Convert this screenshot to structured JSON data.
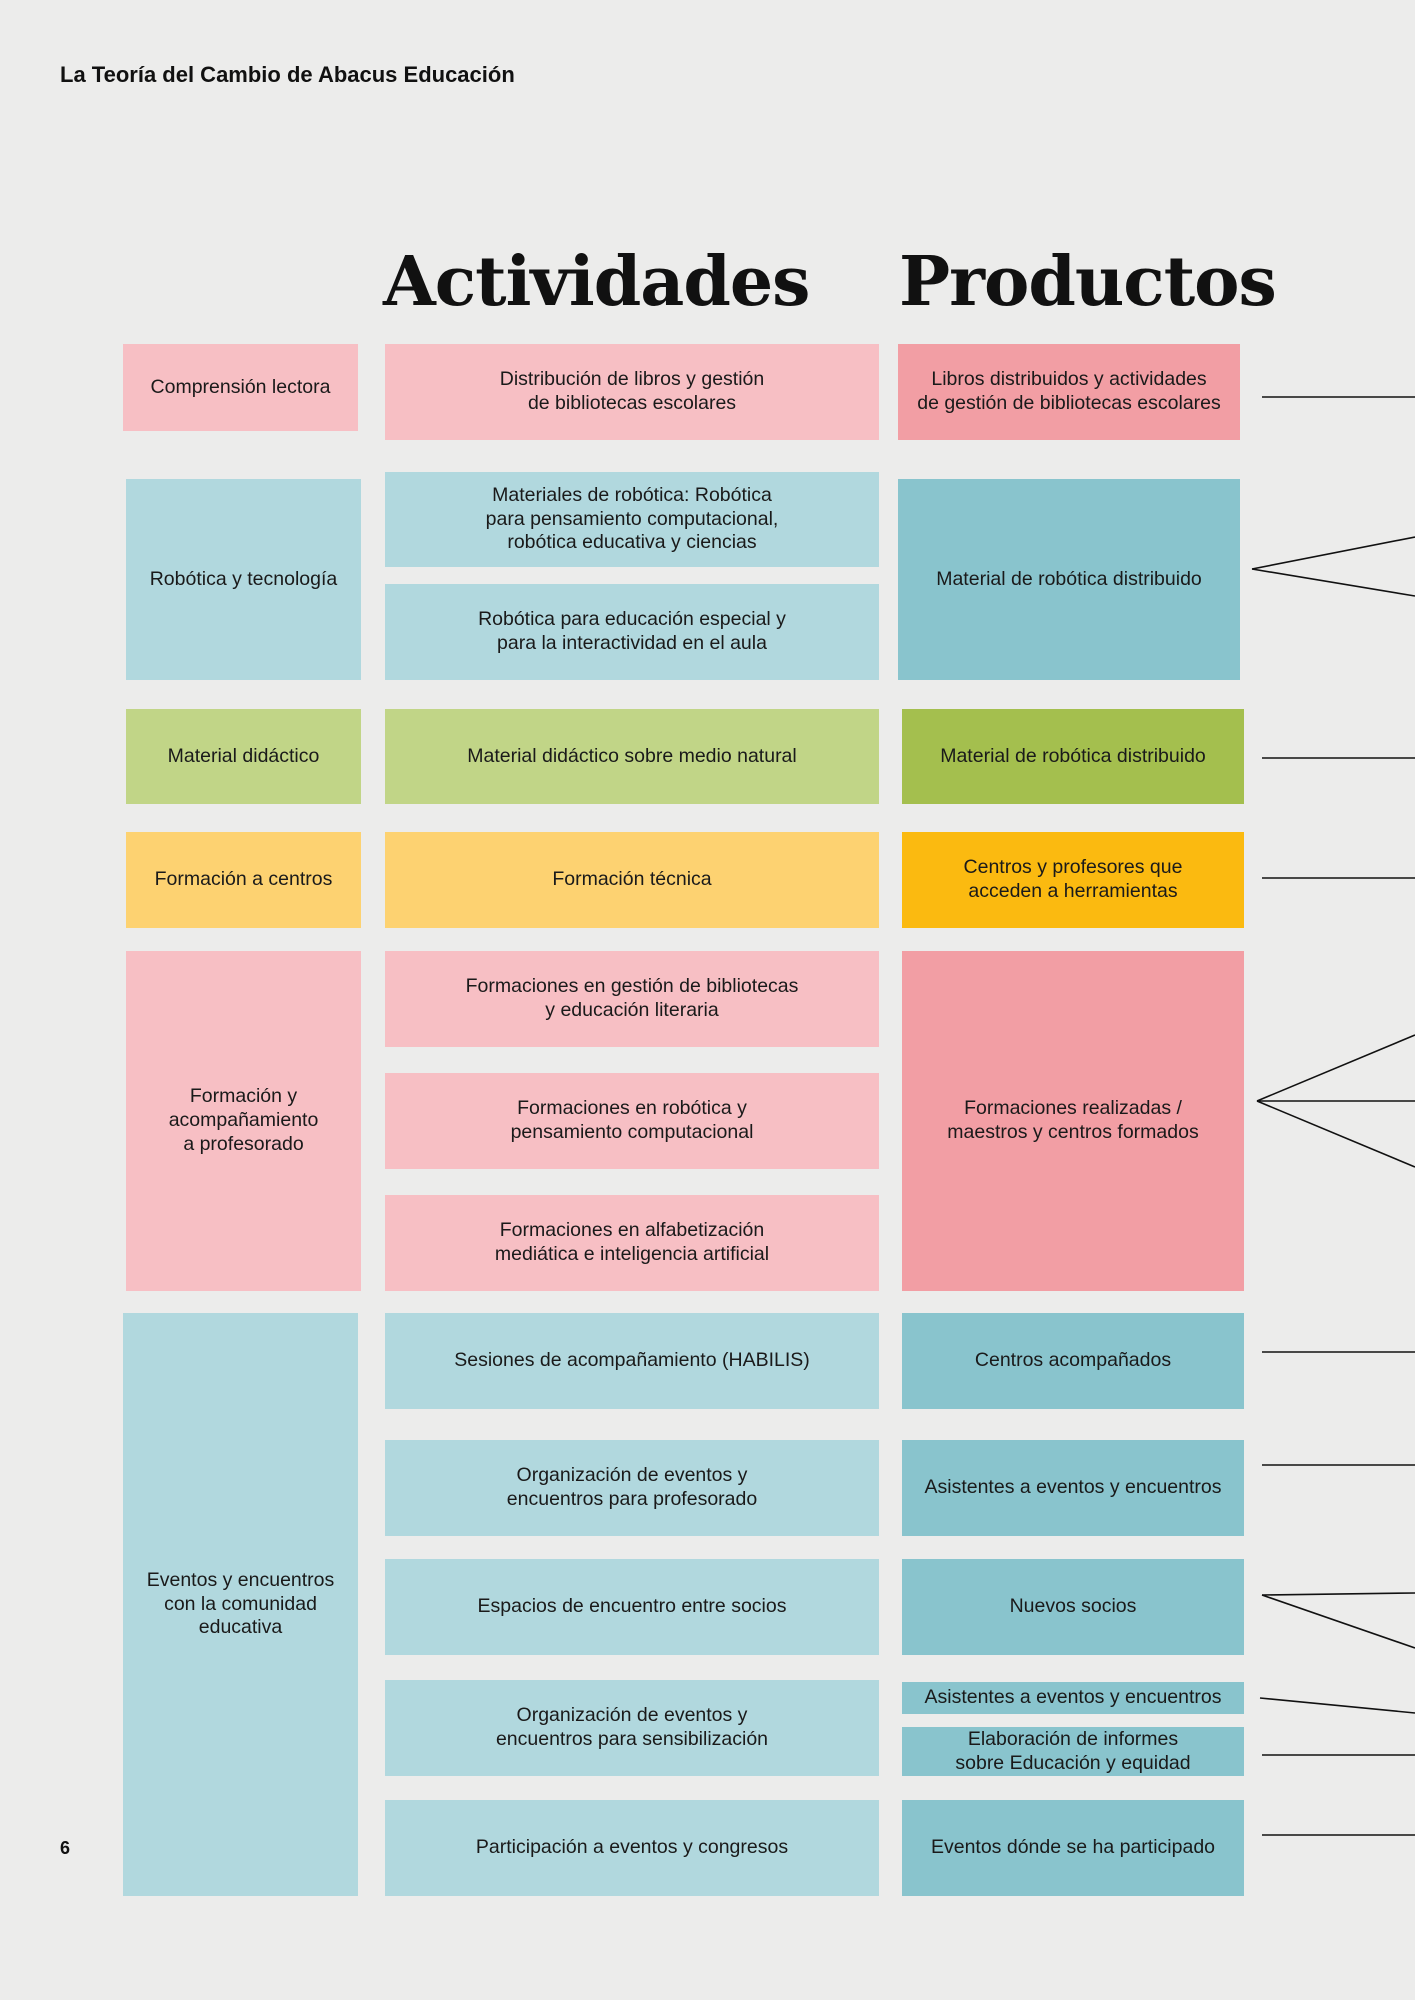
{
  "header": {
    "title": "La Teoría del Cambio de Abacus Educación"
  },
  "columns": {
    "activities": "Actividades",
    "products": "Productos"
  },
  "areas": [
    "Comprensión lectora",
    "Robótica y tecnología",
    "Material didáctico",
    "Formación a centros",
    "Formación y\nacompañamiento\na profesorado",
    "Eventos y encuentros\ncon la comunidad\neducativa"
  ],
  "activities": [
    "Distribución de libros y gestión\nde bibliotecas escolares",
    "Materiales de robótica: Robótica\npara pensamiento computacional,\nrobótica educativa y ciencias",
    "Robótica para educación especial y\npara la interactividad en el aula",
    "Material didáctico sobre medio natural",
    "Formación técnica",
    "Formaciones en gestión de bibliotecas\ny educación literaria",
    "Formaciones en robótica y\npensamiento computacional",
    "Formaciones en alfabetización\nmediática e inteligencia artificial",
    "Sesiones de acompañamiento (HABILIS)",
    "Organización de eventos y\nencuentros para profesorado",
    "Espacios de encuentro entre socios",
    "Organización de eventos y\nencuentros para sensibilización",
    "Participación a eventos y congresos"
  ],
  "products": [
    "Libros distribuidos y actividades\nde gestión de bibliotecas escolares",
    "Material de robótica distribuido",
    "Material de robótica distribuido",
    "Centros y profesores que\nacceden a herramientas",
    "Formaciones realizadas /\nmaestros y centros formados",
    "Centros acompañados",
    "Asistentes a eventos y encuentros",
    "Nuevos socios",
    "Asistentes a eventos y encuentros",
    "Elaboración de informes\nsobre Educación y equidad",
    "Eventos dónde se ha participado"
  ],
  "footer": {
    "page_number": "6"
  },
  "colors": {
    "background": "#ececeb",
    "pink_light": "#f7bfc4",
    "pink_dark": "#f29ea4",
    "blue_light": "#b1d8de",
    "blue_dark": "#89c4cd",
    "green_light": "#c1d587",
    "green_dark": "#a4bf4e",
    "yellow_light": "#fdd271",
    "yellow_dark": "#fbba10"
  }
}
